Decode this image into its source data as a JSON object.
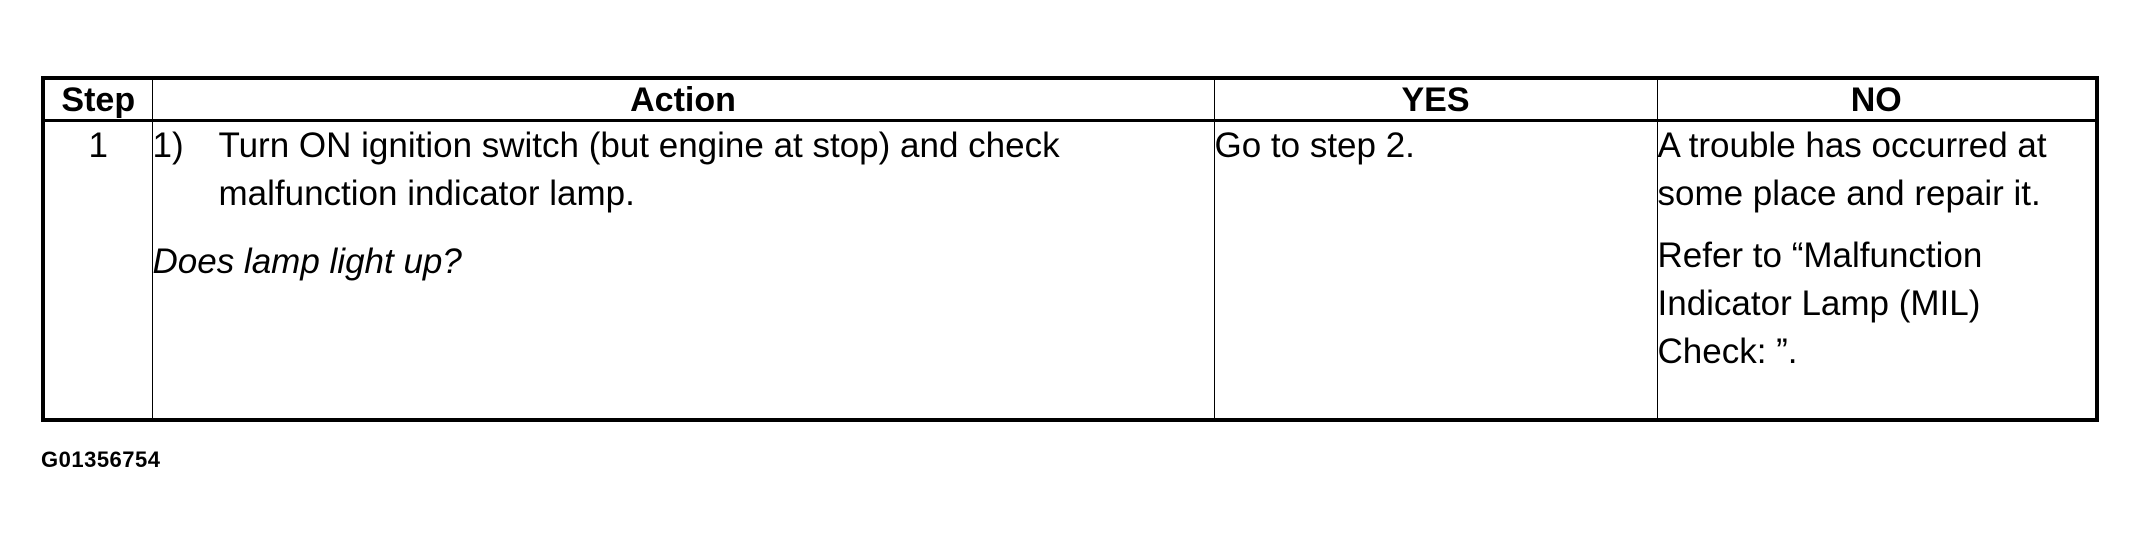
{
  "table": {
    "headers": {
      "step": "Step",
      "action": "Action",
      "yes": "YES",
      "no": "NO"
    },
    "rows": [
      {
        "step": "1",
        "action_number": "1)",
        "action_text": "Turn ON ignition switch (but engine at stop) and check malfunction indicator lamp.",
        "action_question": "Does lamp light up?",
        "yes": "Go to step 2.",
        "no_text": "A trouble has occurred at some place and repair it.",
        "no_refer": "Refer to “Malfunction Indicator Lamp (MIL) Check: ”."
      }
    ]
  },
  "figure_id": "G01356754"
}
